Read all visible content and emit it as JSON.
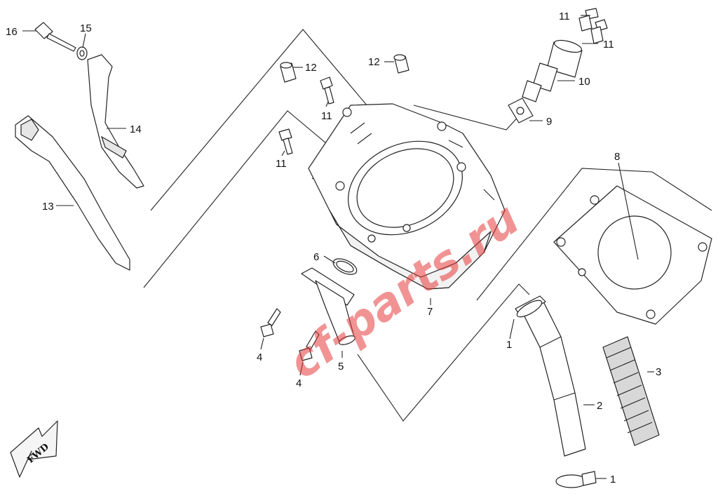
{
  "diagram": {
    "callouts": [
      "1",
      "2",
      "3",
      "4",
      "5",
      "6",
      "7",
      "8",
      "9",
      "10",
      "11",
      "12",
      "13",
      "14",
      "15",
      "16"
    ],
    "direction_marker": "FWD",
    "watermark": "cf-parts.ru"
  },
  "colors": {
    "line": "#222222",
    "watermark": "#e63b3b",
    "background": "#ffffff"
  }
}
